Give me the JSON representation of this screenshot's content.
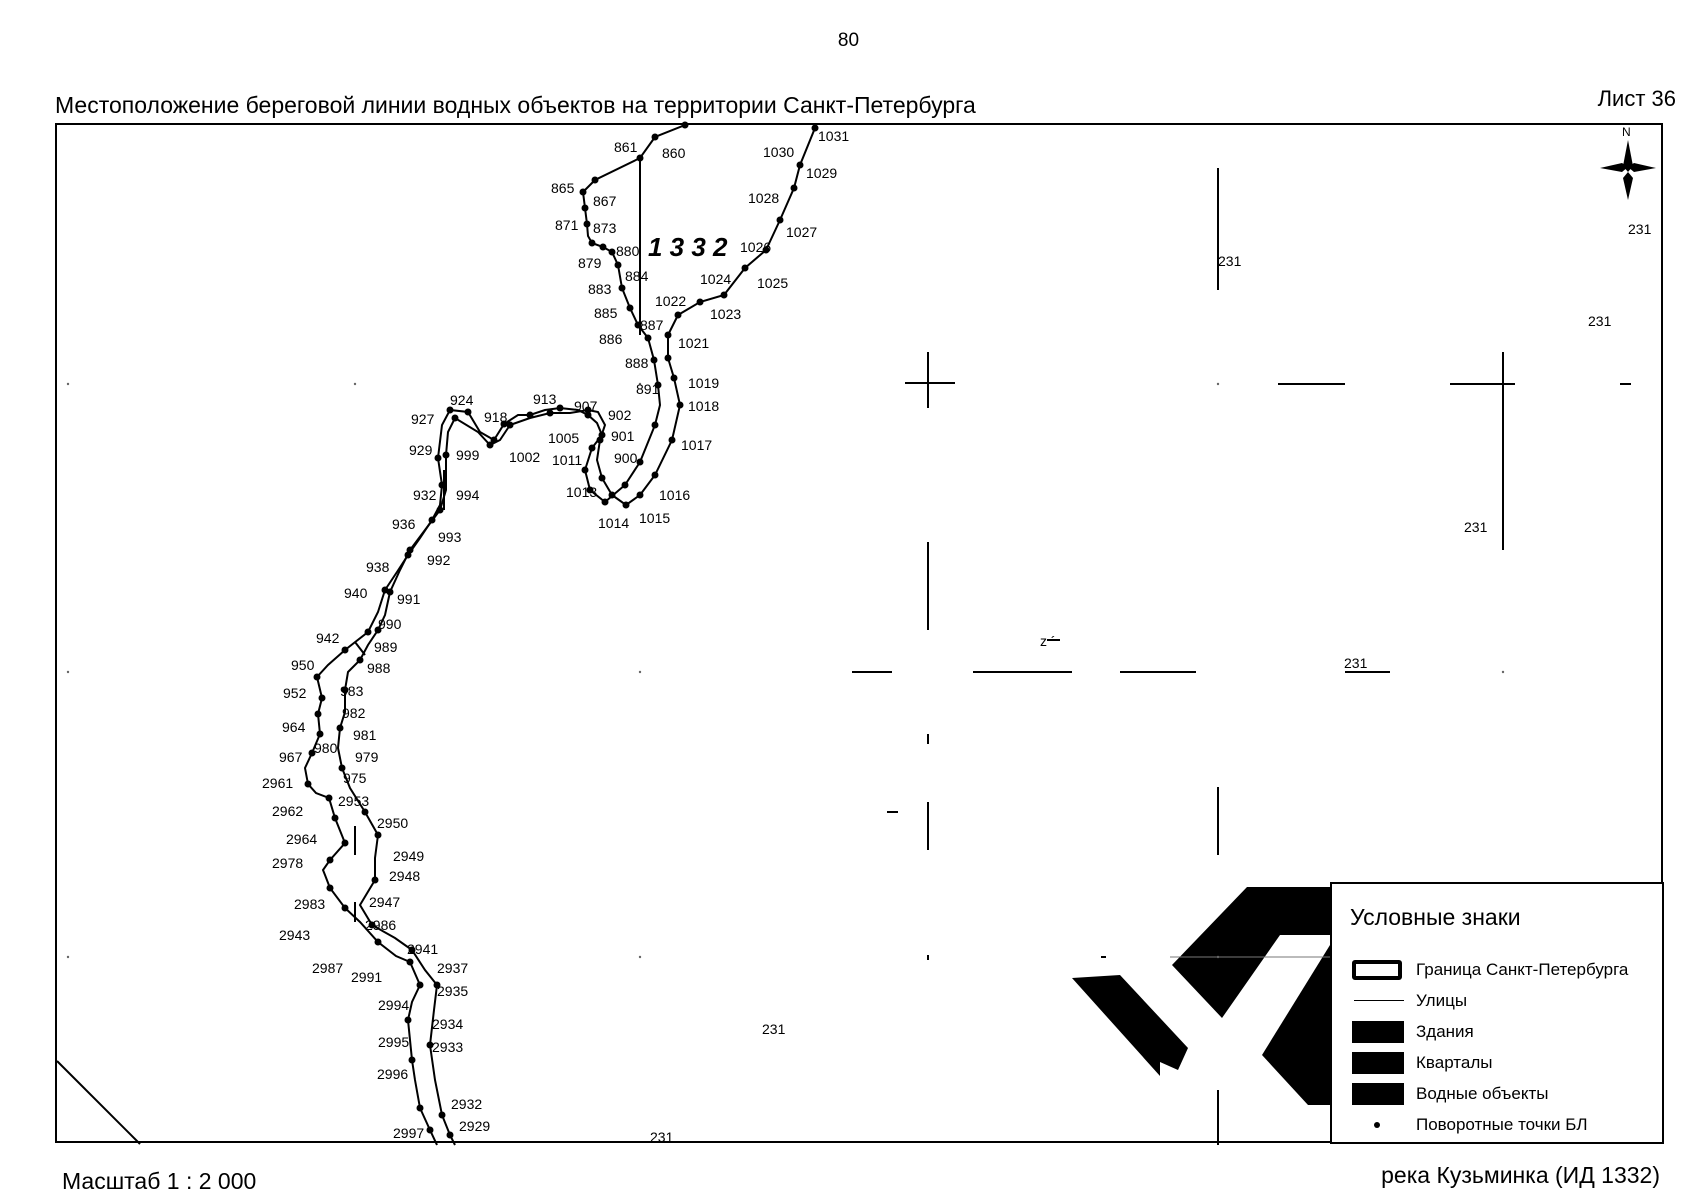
{
  "page_number": "80",
  "title": "Местоположение береговой линии водных объектов на территории Санкт-Петербурга",
  "sheet": "Лист 36",
  "scale": "Масштаб 1 : 2 000",
  "river": "река Кузьминка (ИД 1332)",
  "map": {
    "object_id": "1 3 3 2",
    "compass_letter": "N",
    "block_labels": [
      "231",
      "231",
      "231",
      "231",
      "231",
      "231",
      "231"
    ],
    "point_labels": [
      "861",
      "860",
      "1031",
      "1030",
      "1029",
      "1028",
      "1027",
      "865",
      "867",
      "871",
      "873",
      "880",
      "1026",
      "879",
      "884",
      "1024",
      "1025",
      "883",
      "1022",
      "1023",
      "885",
      "887",
      "886",
      "1021",
      "888",
      "1019",
      "891",
      "1018",
      "924",
      "913",
      "907",
      "927",
      "918",
      "902",
      "1005",
      "901",
      "1017",
      "929",
      "999",
      "1002",
      "1011",
      "900",
      "932",
      "994",
      "1013",
      "1016",
      "1014",
      "1015",
      "936",
      "993",
      "938",
      "992",
      "940",
      "991",
      "990",
      "942",
      "989",
      "988",
      "950",
      "952",
      "983",
      "982",
      "964",
      "981",
      "980",
      "967",
      "979",
      "975",
      "2961",
      "2953",
      "2962",
      "2950",
      "2964",
      "2949",
      "2978",
      "2948",
      "2983",
      "2947",
      "2943",
      "2986",
      "2941",
      "2987",
      "2937",
      "2991",
      "2935",
      "2994",
      "2934",
      "2995",
      "2933",
      "2996",
      "2932",
      "2997",
      "2929"
    ]
  },
  "legend": {
    "title": "Условные знаки",
    "items": [
      {
        "label": "Граница Санкт-Петербурга",
        "symbol": "outline-rect"
      },
      {
        "label": "Улицы",
        "symbol": "thin-line"
      },
      {
        "label": "Здания",
        "symbol": "filled-rect"
      },
      {
        "label": "Кварталы",
        "symbol": "filled-rect"
      },
      {
        "label": "Водные объекты",
        "symbol": "filled-rect"
      },
      {
        "label": "Поворотные точки БЛ",
        "symbol": "dot"
      }
    ]
  }
}
